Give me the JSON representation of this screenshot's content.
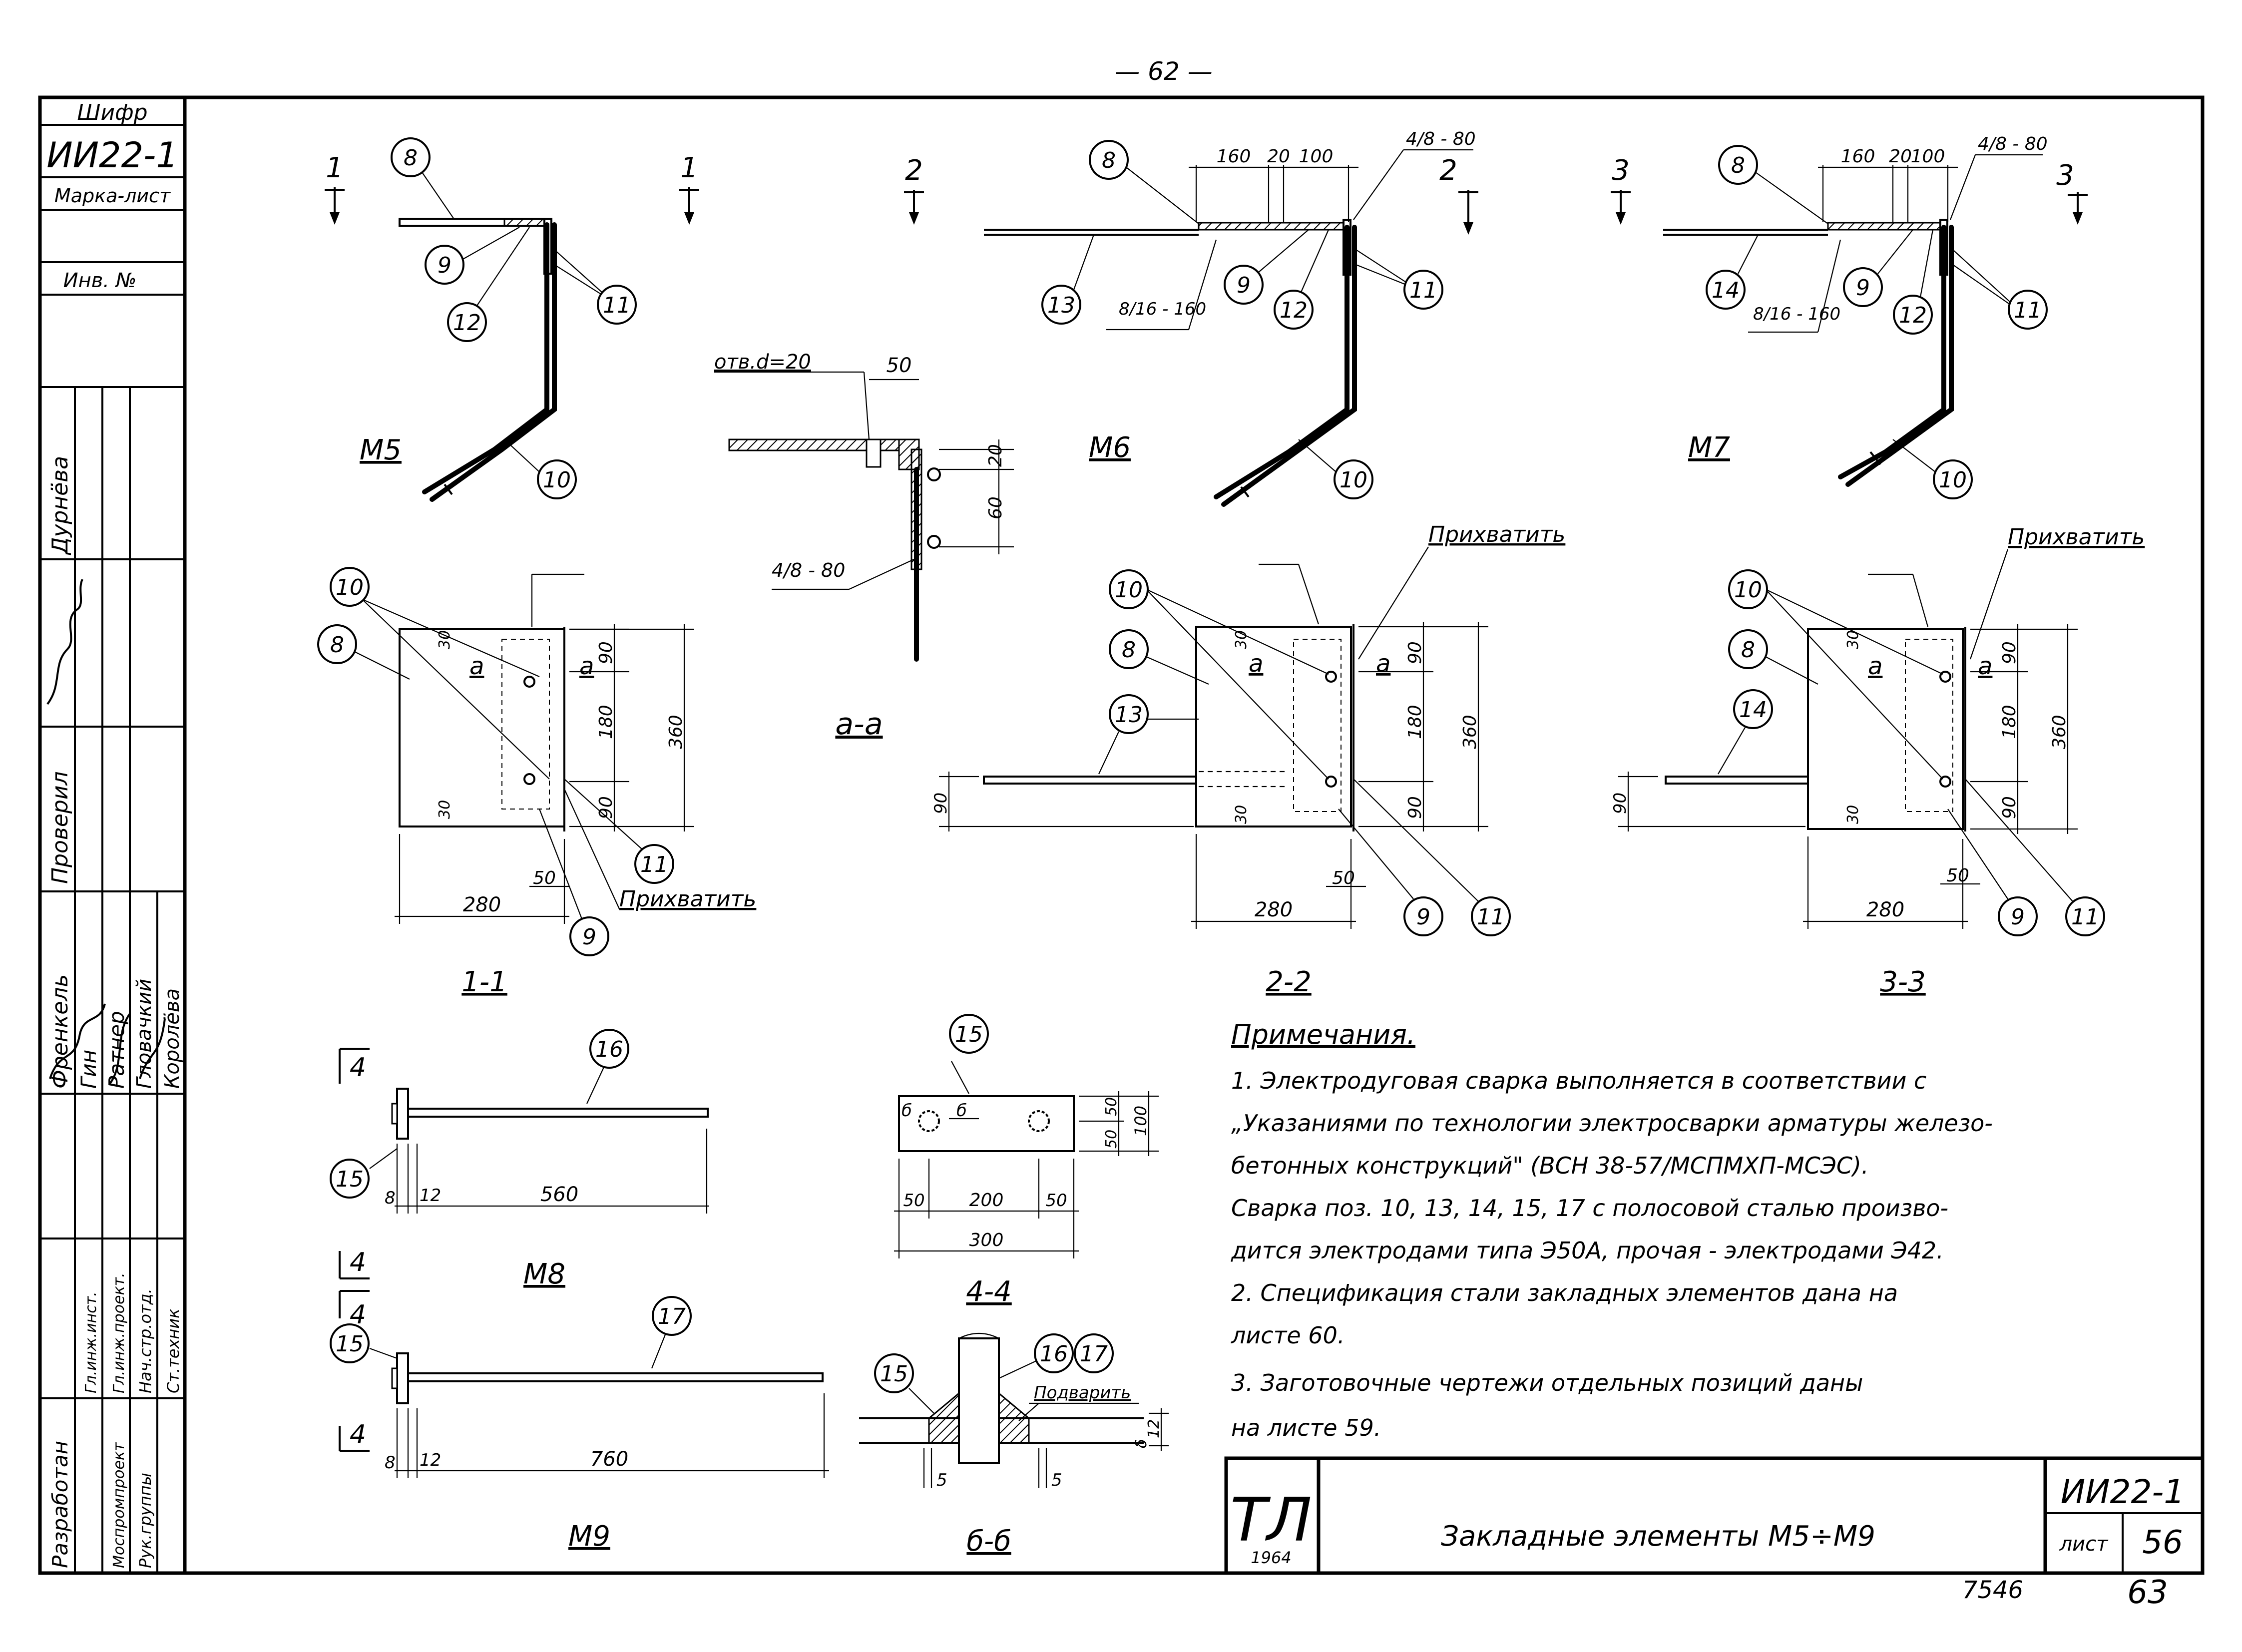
{
  "page": {
    "top_number": "— 62 —",
    "bottom_left_number": "7546",
    "bottom_right_number": "63"
  },
  "stamp": {
    "cipher_label": "Шифр",
    "cipher": "ИИ22-1",
    "mark_sheet_label": "Марка-лист",
    "inv_label": "Инв. №",
    "roles": [
      "Разработан",
      "Гл.инж.инст.",
      "Гл.инж.проект.",
      "Нач.стр.отд.",
      "Рук.группы",
      "Ст.техник"
    ],
    "approver_label": "Проверил",
    "mosproject_label": "Моспромпроект",
    "names": [
      "Френкель",
      "Гин",
      "Ратнер",
      "Гловачкий",
      "Королёва",
      "Дурнёва"
    ]
  },
  "views": {
    "m5": {
      "section_mark": "1",
      "label": "М5"
    },
    "m6": {
      "section_mark": "2",
      "label": "М6",
      "dims": [
        "160",
        "20",
        "100"
      ],
      "weld": "4/8 - 80",
      "weld2": "8/16 - 160"
    },
    "m7": {
      "section_mark": "3",
      "label": "М7",
      "dims": [
        "160",
        "20",
        "100"
      ],
      "weld": "4/8 - 80",
      "weld2": "8/16 - 160"
    },
    "aa": {
      "label": "а-а",
      "hole": "отв.d=20",
      "dim_top": "50",
      "dim_right": [
        "20",
        "60"
      ],
      "weld": "4/8 - 80"
    },
    "s11": {
      "label": "1-1",
      "attach": "Прихватить",
      "width": "280",
      "d50": "50",
      "d30": "30",
      "heights": [
        "90",
        "180",
        "90"
      ],
      "total": "360",
      "cut": "а"
    },
    "s22": {
      "label": "2-2",
      "attach": "Прихватить",
      "width": "280",
      "d50": "50",
      "d30": "30",
      "heights": [
        "90",
        "180",
        "90"
      ],
      "total": "360",
      "left": "90",
      "cut": "а"
    },
    "s33": {
      "label": "3-3",
      "attach": "Прихватить",
      "width": "280",
      "d50": "50",
      "d30": "30",
      "heights": [
        "90",
        "180",
        "90"
      ],
      "total": "360",
      "left": "90",
      "cut": "а"
    },
    "m8": {
      "label": "М8",
      "section_mark": "4",
      "dims": [
        "8",
        "12",
        "560"
      ]
    },
    "m9": {
      "label": "М9",
      "section_mark": "4",
      "dims": [
        "8",
        "12",
        "760"
      ]
    },
    "s44": {
      "label": "4-4",
      "dims_h": [
        "50",
        "200",
        "50"
      ],
      "total": "300",
      "dims_v": [
        "50",
        "50"
      ],
      "total_v": "100",
      "marks": [
        "б",
        "б"
      ]
    },
    "sbb": {
      "label": "б-б",
      "weld": "Подварить",
      "dims": [
        "5",
        "5",
        "δ"
      ],
      "right": "12"
    }
  },
  "bubbles": [
    "8",
    "9",
    "10",
    "11",
    "12",
    "13",
    "14",
    "15",
    "16",
    "17"
  ],
  "notes": {
    "title": "Примечания.",
    "lines": [
      "1. Электродуговая сварка выполняется в соответствии с",
      "„Указаниями по технологии электросварки арматуры железо-",
      "бетонных конструкций\" (ВСН 38-57/МСПМХП-МСЭС).",
      "Сварка поз. 10, 13, 14, 15, 17 с полосовой сталью произво-",
      "дится электродами типа Э50А, прочая - электродами Э42.",
      "2. Спецификация стали закладных элементов дана на",
      "листе 60.",
      "3. Заготовочные чертежи отдельных позиций даны",
      "на листе 59."
    ]
  },
  "titleblock": {
    "logo": "ТЛ",
    "year": "1964",
    "title": "Закладные элементы М5÷М9",
    "code": "ИИ22-1",
    "sheet_label": "лист",
    "sheet": "56"
  }
}
